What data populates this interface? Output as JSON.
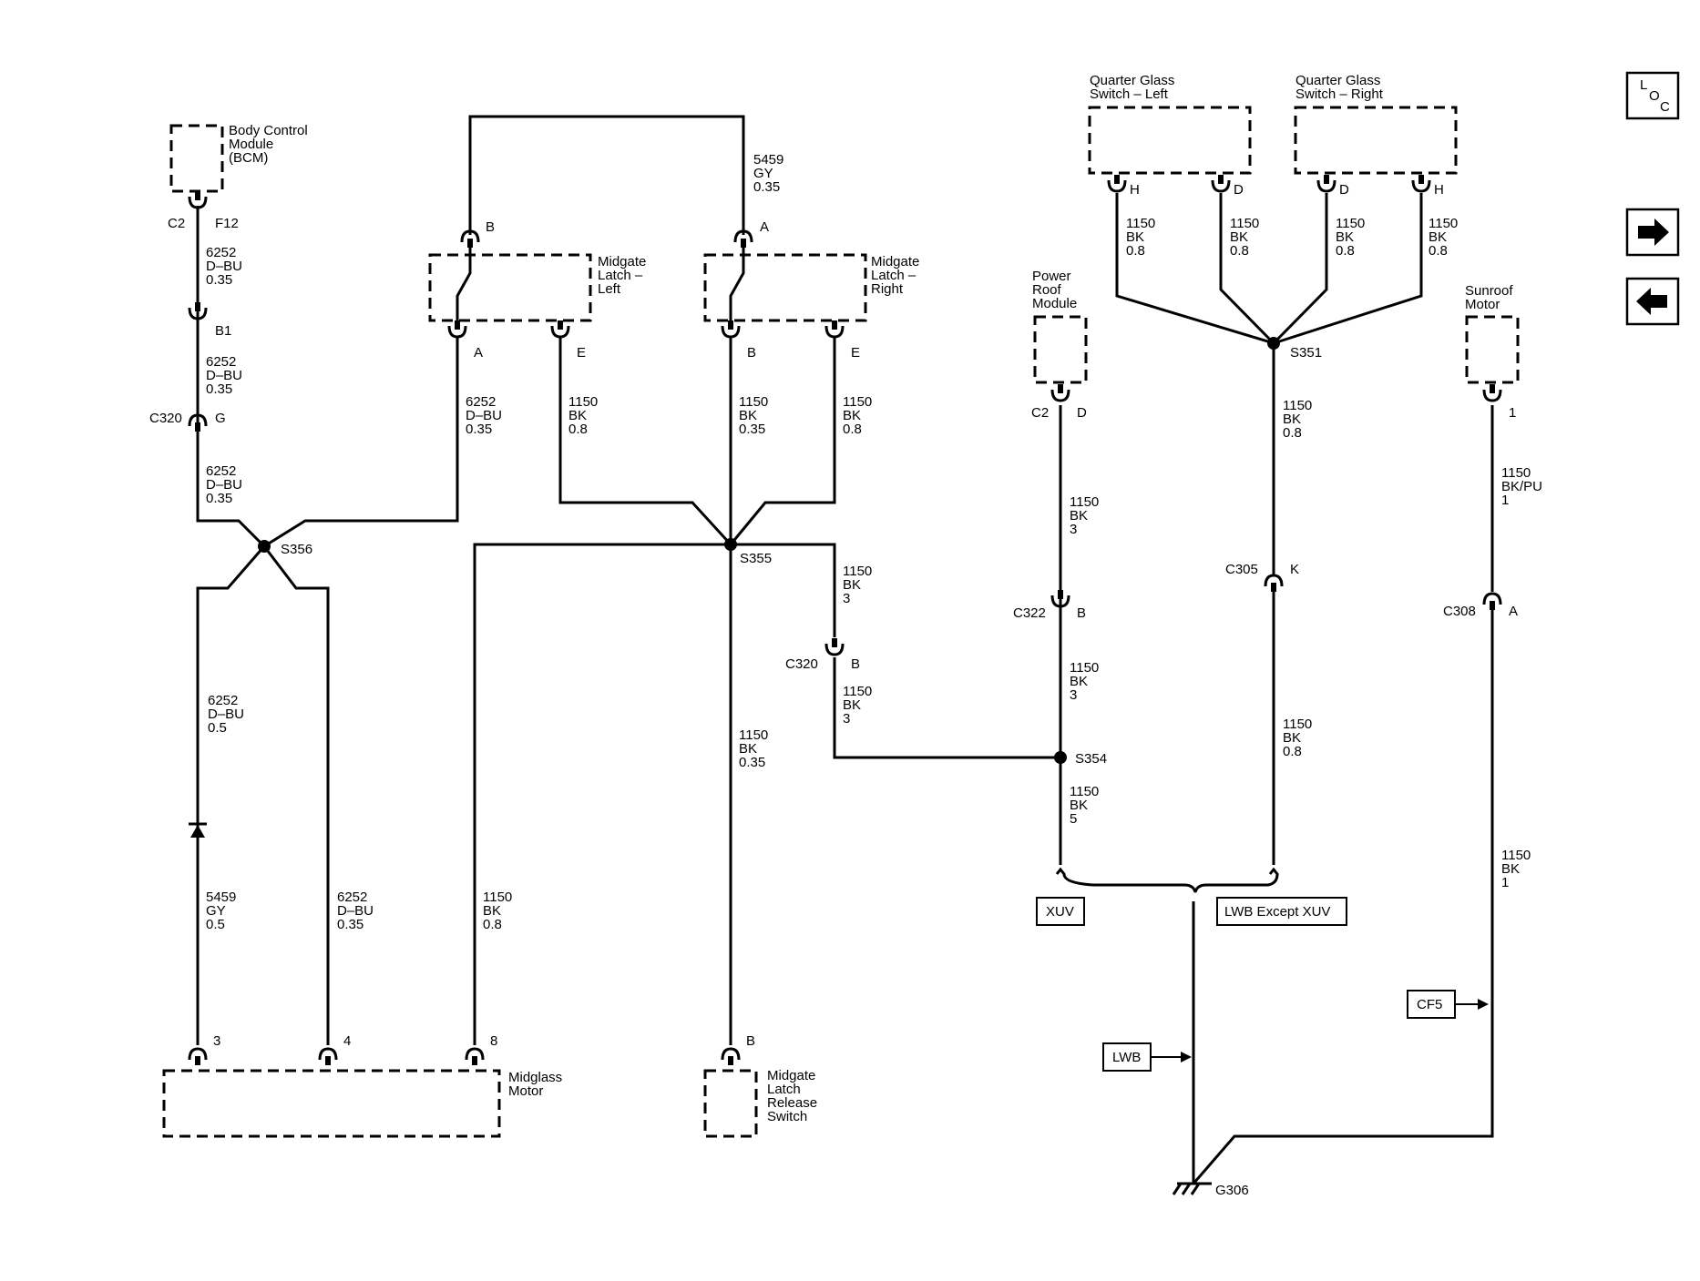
{
  "components": {
    "bcm": [
      "Body Control",
      "Module",
      "(BCM)"
    ],
    "midgate_latch_left": [
      "Midgate",
      "Latch –",
      "Left"
    ],
    "midgate_latch_right": [
      "Midgate",
      "Latch –",
      "Right"
    ],
    "power_roof_module": [
      "Power",
      "Roof",
      "Module"
    ],
    "quarter_glass_left": [
      "Quarter Glass",
      "Switch – Left"
    ],
    "quarter_glass_right": [
      "Quarter Glass",
      "Switch – Right"
    ],
    "sunroof_motor": [
      "Sunroof",
      "Motor"
    ],
    "midglass_motor": [
      "Midglass",
      "Motor"
    ],
    "midgate_release_switch": [
      "Midgate",
      "Latch",
      "Release",
      "Switch"
    ]
  },
  "connectors": {
    "bcm_c2": "C2",
    "bcm_f12": "F12",
    "b1": "B1",
    "c320_top": "C320",
    "c320_top_pin": "G",
    "mll_b": "B",
    "mll_a": "A",
    "mll_e": "E",
    "mlr_a": "A",
    "mlr_b": "B",
    "mlr_e": "E",
    "c320_mid": "C320",
    "c320_mid_pin": "B",
    "prm_c2": "C2",
    "prm_d": "D",
    "c322": "C322",
    "c322_pin": "B",
    "qgl_h": "H",
    "qgl_d": "D",
    "qgr_d": "D",
    "qgr_h": "H",
    "c305": "C305",
    "c305_pin": "K",
    "sunroof_pin": "1",
    "c308": "C308",
    "c308_pin": "A",
    "mm_3": "3",
    "mm_4": "4",
    "mm_8": "8",
    "mrs_b": "B"
  },
  "splices": {
    "s356": "S356",
    "s355": "S355",
    "s354": "S354",
    "s351": "S351"
  },
  "ground": "G306",
  "wires": {
    "w_bcm_b1": [
      "6252",
      "D–BU",
      "0.35"
    ],
    "w_b1_c320": [
      "6252",
      "D–BU",
      "0.35"
    ],
    "w_c320_s356": [
      "6252",
      "D–BU",
      "0.35"
    ],
    "w_mll_a": [
      "6252",
      "D–BU",
      "0.35"
    ],
    "w_top_gy": [
      "5459",
      "GY",
      "0.35"
    ],
    "w_mll_e": [
      "1150",
      "BK",
      "0.8"
    ],
    "w_mlr_b": [
      "1150",
      "BK",
      "0.35"
    ],
    "w_mlr_e": [
      "1150",
      "BK",
      "0.8"
    ],
    "w_s355_c320": [
      "1150",
      "BK",
      "3"
    ],
    "w_c320_s354": [
      "1150",
      "BK",
      "3"
    ],
    "w_s355_switch": [
      "1150",
      "BK",
      "0.35"
    ],
    "w_left_d": [
      "6252",
      "D–BU",
      "0.5"
    ],
    "w_left_gy": [
      "5459",
      "GY",
      "0.5"
    ],
    "w_mm4": [
      "6252",
      "D–BU",
      "0.35"
    ],
    "w_mm8": [
      "1150",
      "BK",
      "0.8"
    ],
    "w_prm_c322": [
      "1150",
      "BK",
      "3"
    ],
    "w_c322_s354": [
      "1150",
      "BK",
      "3"
    ],
    "w_s354_g": [
      "1150",
      "BK",
      "5"
    ],
    "w_qgl_h": [
      "1150",
      "BK",
      "0.8"
    ],
    "w_qgl_d": [
      "1150",
      "BK",
      "0.8"
    ],
    "w_qgr_d": [
      "1150",
      "BK",
      "0.8"
    ],
    "w_qgr_h": [
      "1150",
      "BK",
      "0.8"
    ],
    "w_s351_c305": [
      "1150",
      "BK",
      "0.8"
    ],
    "w_c305_g": [
      "1150",
      "BK",
      "0.8"
    ],
    "w_sun_c308": [
      "1150",
      "BK/PU",
      "1"
    ],
    "w_c308_g": [
      "1150",
      "BK",
      "1"
    ]
  },
  "options": {
    "xuv": "XUV",
    "lwb_except_xuv": "LWB Except XUV",
    "lwb": "LWB",
    "cf5": "CF5"
  },
  "nav": {
    "loc": [
      "L",
      "O",
      "C"
    ],
    "forward_icon": "arrow-right-icon",
    "back_icon": "arrow-left-icon"
  }
}
